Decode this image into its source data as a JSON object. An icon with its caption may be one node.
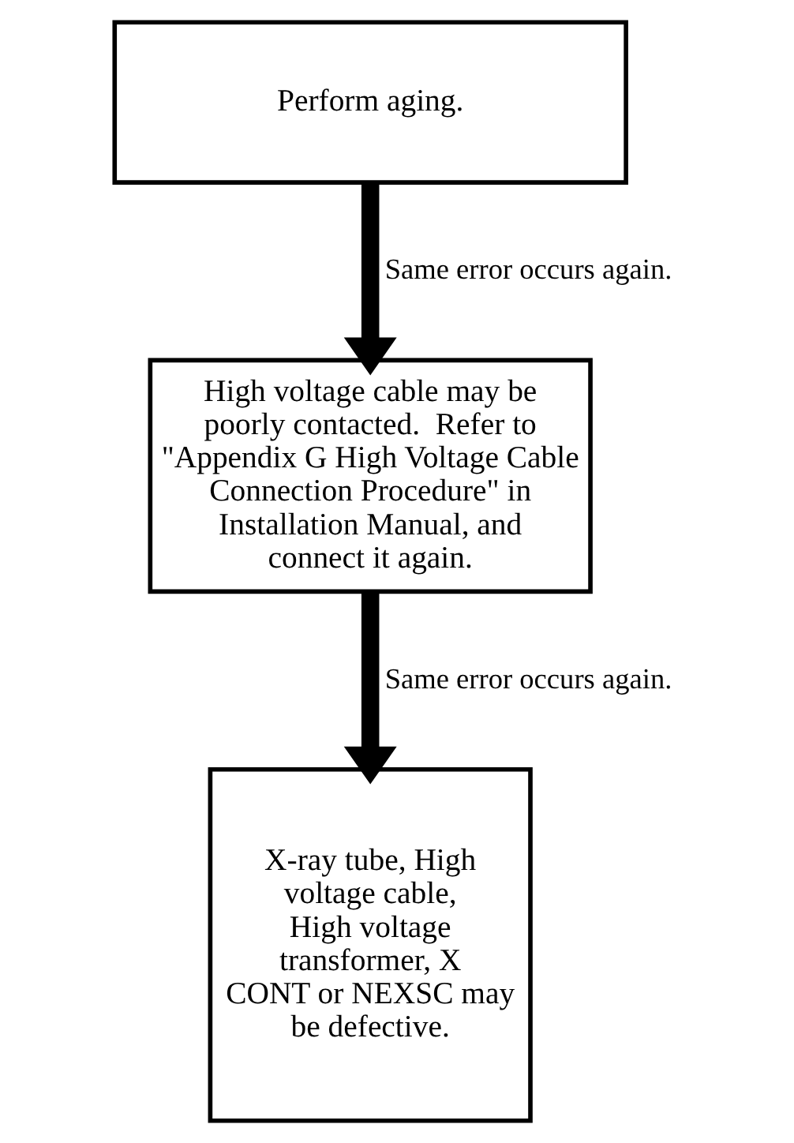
{
  "diagram": {
    "nodes": [
      {
        "text": [
          "Perform aging."
        ]
      },
      {
        "text": [
          "High voltage cable may be poorly contacted.  Refer to \"Appendix G High Voltage Cable Connection Procedure\" in Installation Manual, and connect it again."
        ]
      },
      {
        "text": [
          "X-ray tube, High voltage cable, High voltage transformer, X CONT or NEXSC may be defective."
        ]
      }
    ],
    "edges": [
      {
        "from": 0,
        "to": 1,
        "arrow": "to",
        "label": "Same error occurs again."
      },
      {
        "from": 1,
        "to": 2,
        "arrow": "to",
        "label": "Same error occurs again."
      }
    ]
  }
}
